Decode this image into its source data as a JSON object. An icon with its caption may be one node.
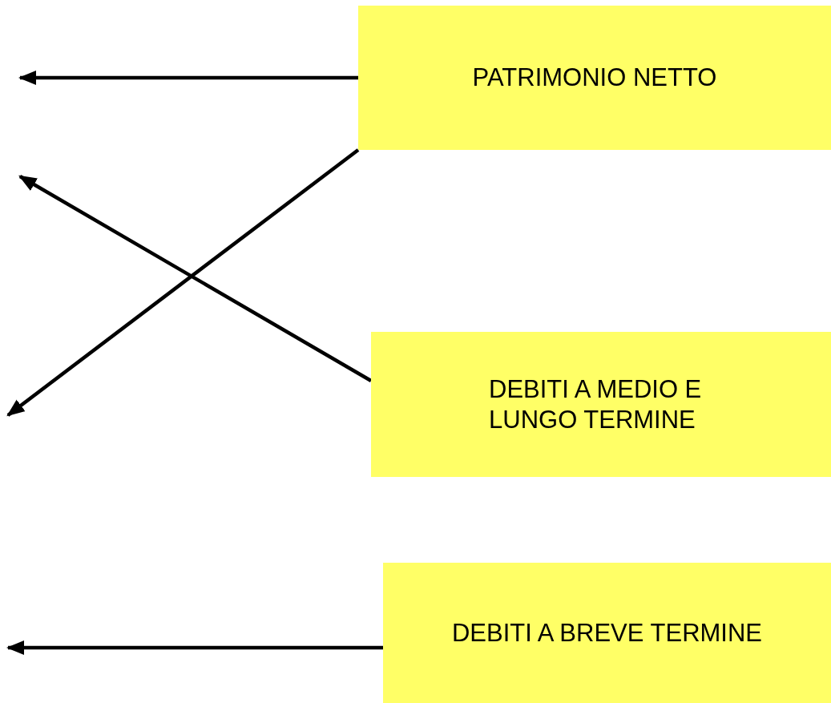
{
  "diagram": {
    "nodes": [
      {
        "text": [
          "PATRIMONIO NETTO"
        ]
      },
      {
        "text": [
          "DEBITI A MEDIO E LUNGO TERMINE"
        ]
      },
      {
        "text": [
          "DEBITI A BREVE TERMINE"
        ]
      }
    ],
    "edges": [
      {
        "from": 0,
        "to": null,
        "arrow": "to"
      },
      {
        "from": 0,
        "to": null,
        "arrow": "to"
      },
      {
        "from": 1,
        "to": null,
        "arrow": "to"
      },
      {
        "from": 2,
        "to": null,
        "arrow": "to"
      }
    ]
  }
}
